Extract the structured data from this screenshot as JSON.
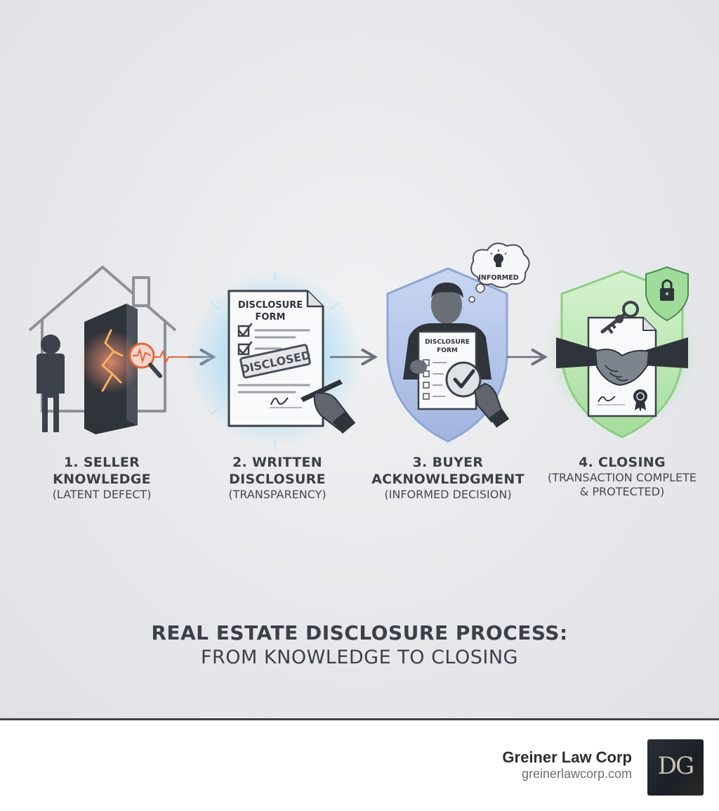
{
  "title": "REAL ESTATE DISCLOSURE PROCESS:",
  "subtitle": "FROM KNOWLEDGE TO CLOSING",
  "steps": [
    {
      "title": "1. SELLER\nKNOWLEDGE",
      "subtitle": "(LATENT DEFECT)"
    },
    {
      "title": "2. WRITTEN\nDISCLOSURE",
      "subtitle": "(TRANSPARENCY)"
    },
    {
      "title": "3. BUYER\nACKNOWLEDGMENT",
      "subtitle": "(INFORMED DECISION)"
    },
    {
      "title": "4. CLOSING",
      "subtitle": "(TRANSACTION COMPLETE\n& PROTECTED)"
    }
  ],
  "illustrations": {
    "form_title_line1": "DISCLOSURE",
    "form_title_line2": "FORM",
    "stamp": "DISCLOSED",
    "thought_bubble": "INFORMED",
    "buyer_form_line1": "DISCLOSURE",
    "buyer_form_line2": "FORM"
  },
  "icons": [
    "house-icon",
    "person-icon",
    "crack-icon",
    "magnifier-icon",
    "document-icon",
    "pen-icon",
    "shield-icon",
    "checkmark-icon",
    "lightbulb-icon",
    "key-icon",
    "handshake-icon",
    "lock-icon",
    "seal-icon",
    "arrow-right-icon"
  ],
  "colors": {
    "alert": "#e8643a",
    "glow_blue": "#8fd3f5",
    "shield_blue": "#a9bde6",
    "shield_green": "#9fdc9a",
    "ink": "#3b3f47"
  },
  "footer": {
    "brand": "Greiner Law Corp",
    "url": "greinerlawcorp.com",
    "logo_monogram": "DG"
  }
}
